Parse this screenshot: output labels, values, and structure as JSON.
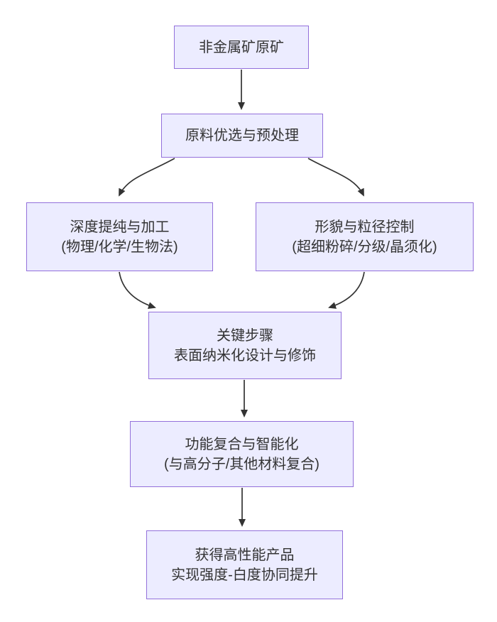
{
  "theme": {
    "node_fill": "#ECECFF",
    "node_border": "#9370DB",
    "edge_color": "#333333",
    "text_color": "#333333",
    "page_bg": "#ffffff"
  },
  "diagram": {
    "type": "flowchart",
    "direction": "top-down",
    "nodes": [
      {
        "id": "raw-ore",
        "lines": [
          "非金属矿原矿"
        ]
      },
      {
        "id": "pretreatment",
        "lines": [
          "原料优选与预处理"
        ]
      },
      {
        "id": "purification",
        "lines": [
          "深度提纯与加工",
          "(物理/化学/生物法)"
        ]
      },
      {
        "id": "morphology",
        "lines": [
          "形貌与粒径控制",
          "(超细粉碎/分级/晶须化)"
        ]
      },
      {
        "id": "key-step",
        "lines": [
          "关键步骤",
          "表面纳米化设计与修饰"
        ]
      },
      {
        "id": "composite",
        "lines": [
          "功能复合与智能化",
          "(与高分子/其他材料复合)"
        ]
      },
      {
        "id": "product",
        "lines": [
          "获得高性能产品",
          "实现强度-白度协同提升"
        ]
      }
    ],
    "edges": [
      {
        "from": "raw-ore",
        "to": "pretreatment"
      },
      {
        "from": "pretreatment",
        "to": "purification"
      },
      {
        "from": "pretreatment",
        "to": "morphology"
      },
      {
        "from": "purification",
        "to": "key-step"
      },
      {
        "from": "morphology",
        "to": "key-step"
      },
      {
        "from": "key-step",
        "to": "composite"
      },
      {
        "from": "composite",
        "to": "product"
      }
    ]
  }
}
